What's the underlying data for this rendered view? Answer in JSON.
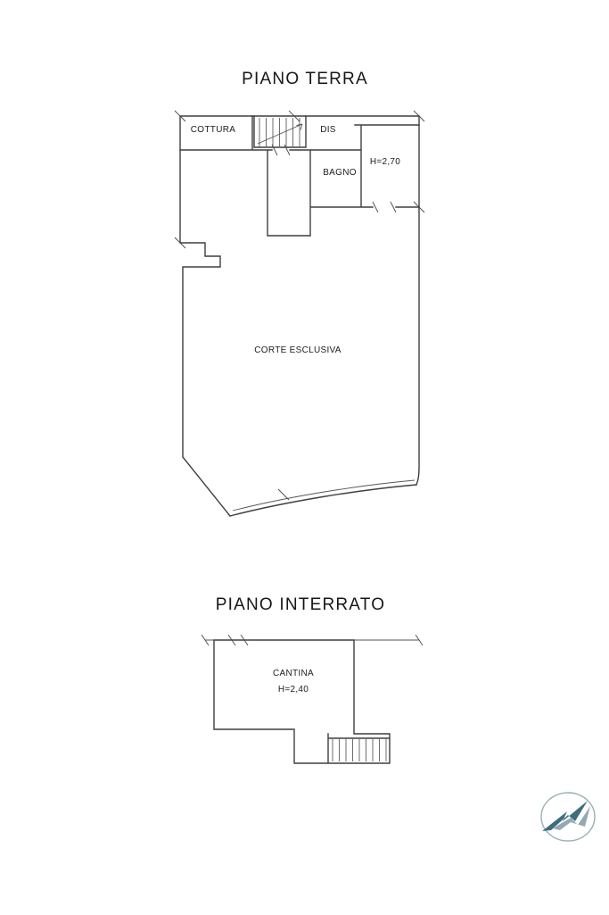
{
  "ground_floor": {
    "title": "PIANO TERRA",
    "labels": {
      "cottura": "COTTURA",
      "dis": "DIS",
      "bagno": "BAGNO",
      "height": "H=2,70",
      "corte": "CORTE ESCLUSIVA"
    }
  },
  "basement": {
    "title": "PIANO INTERRATO",
    "labels": {
      "cantina": "CANTINA",
      "height": "H=2,40"
    }
  },
  "logo": {
    "ring_color": "#9bb0b6",
    "dark_color": "#3f6d7d",
    "light_color": "#93aab3"
  }
}
